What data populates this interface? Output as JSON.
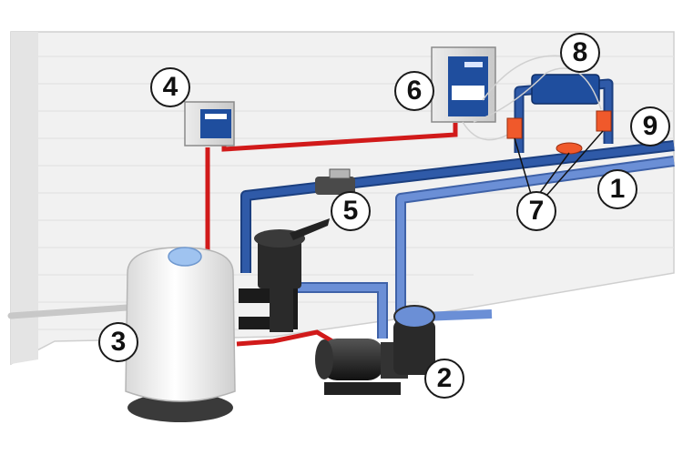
{
  "callouts": {
    "c1": "1",
    "c2": "2",
    "c3": "3",
    "c4": "4",
    "c5": "5",
    "c6": "6",
    "c7": "7",
    "c8": "8",
    "c9": "9"
  },
  "colors": {
    "wall": "#f0f0f0",
    "brick_line": "#e0e0e0",
    "pipe_blue": "#2f5aa8",
    "pipe_light_blue": "#6b8fd6",
    "pipe_dark": "#1b1b1b",
    "cable_red": "#d11a1a",
    "device_blue": "#1f4e9e",
    "sensor_orange": "#f0592b",
    "callout_border": "#1a1a1a"
  }
}
